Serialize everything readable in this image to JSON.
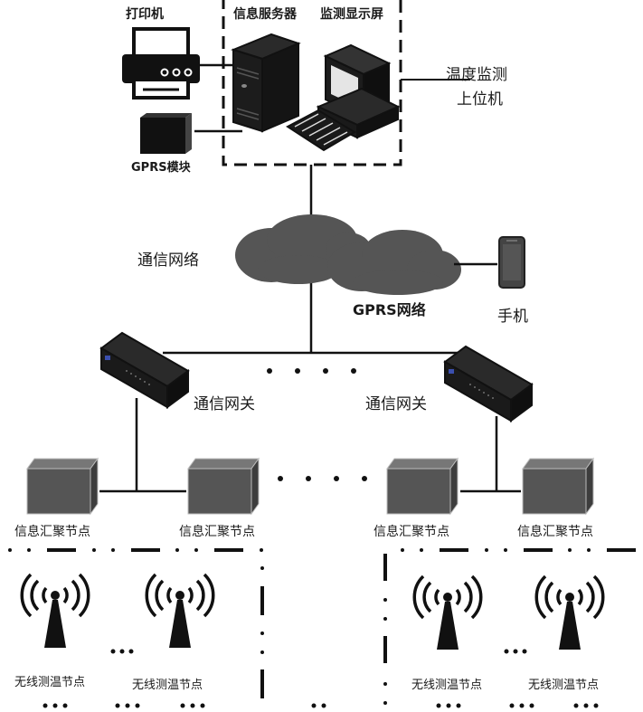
{
  "colors": {
    "line": "#111111",
    "device_dark": "#1c1c1c",
    "cloud": "#555555",
    "box_front": "#555555",
    "box_top": "#777777",
    "box_side": "#3d3d3d",
    "text": "#1a1a1a"
  },
  "upper_host": {
    "title": "温度监测上位机",
    "title_line1": "温度监测",
    "title_line2": "上位机",
    "server_label": "信息服务器",
    "monitor_label": "监测显示屏",
    "printer_label": "打印机",
    "gprs_module_label": "GPRS模块"
  },
  "network": {
    "comm_network_label": "通信网络",
    "gprs_network_label": "GPRS网络",
    "phone_label": "手机"
  },
  "gateways": [
    {
      "label": "通信网关"
    },
    {
      "label": "通信网关"
    }
  ],
  "aggregation_nodes": [
    {
      "label": "信息汇聚节点"
    },
    {
      "label": "信息汇聚节点"
    },
    {
      "label": "信息汇聚节点"
    },
    {
      "label": "信息汇聚节点"
    }
  ],
  "wireless_nodes": [
    {
      "label": "无线测温节点"
    },
    {
      "label": "无线测温节点"
    },
    {
      "label": "无线测温节点"
    },
    {
      "label": "无线测温节点"
    }
  ],
  "icons": {
    "printer": "printer-icon",
    "server": "server-tower-icon",
    "monitor": "crt-monitor-computer-icon",
    "keyboard": "keyboard-icon",
    "gprs_module": "gprs-module-box-icon",
    "cloud": "cloud-icon",
    "phone": "smartphone-icon",
    "gateway": "gateway-router-icon",
    "aggregation_node": "cube-node-icon",
    "wireless_node": "radio-antenna-tower-icon"
  }
}
